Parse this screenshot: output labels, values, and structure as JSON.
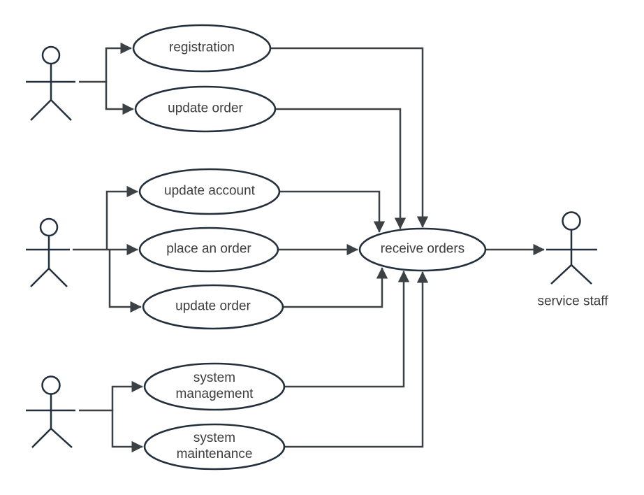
{
  "diagram": {
    "type": "uml-use-case-diagram",
    "colors": {
      "background": "#ffffff",
      "shape_stroke": "#232f3b",
      "connector_stroke": "#3c4146",
      "text": "#3c3c3c"
    },
    "actors": [
      {
        "id": "actor-top-left",
        "label": ""
      },
      {
        "id": "actor-middle-left",
        "label": ""
      },
      {
        "id": "actor-bottom-left",
        "label": ""
      },
      {
        "id": "service-staff",
        "label": "service staff"
      }
    ],
    "use_cases": [
      {
        "id": "registration",
        "label": "registration"
      },
      {
        "id": "update-order-top",
        "label": "update order"
      },
      {
        "id": "update-account",
        "label": "update account"
      },
      {
        "id": "place-an-order",
        "label": "place an order"
      },
      {
        "id": "update-order-middle",
        "label": "update order"
      },
      {
        "id": "system-management",
        "label": "system management"
      },
      {
        "id": "system-maintenance",
        "label": "system maintenance"
      },
      {
        "id": "receive-orders",
        "label": "receive orders"
      }
    ],
    "connections": [
      {
        "from": "actor-top-left",
        "to": "registration"
      },
      {
        "from": "actor-top-left",
        "to": "update-order-top"
      },
      {
        "from": "actor-middle-left",
        "to": "update-account"
      },
      {
        "from": "actor-middle-left",
        "to": "place-an-order"
      },
      {
        "from": "actor-middle-left",
        "to": "update-order-middle"
      },
      {
        "from": "actor-bottom-left",
        "to": "system-management"
      },
      {
        "from": "actor-bottom-left",
        "to": "system-maintenance"
      },
      {
        "from": "registration",
        "to": "receive-orders"
      },
      {
        "from": "update-order-top",
        "to": "receive-orders"
      },
      {
        "from": "update-account",
        "to": "receive-orders"
      },
      {
        "from": "place-an-order",
        "to": "receive-orders"
      },
      {
        "from": "update-order-middle",
        "to": "receive-orders"
      },
      {
        "from": "system-management",
        "to": "receive-orders"
      },
      {
        "from": "system-maintenance",
        "to": "receive-orders"
      },
      {
        "from": "receive-orders",
        "to": "service-staff"
      }
    ]
  }
}
